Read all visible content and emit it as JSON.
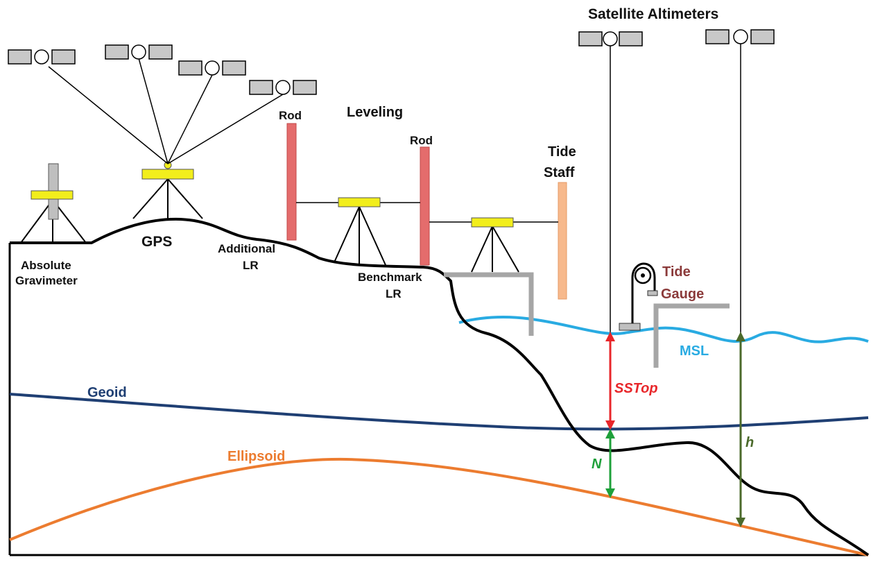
{
  "labels": {
    "satellite_altimeters": "Satellite Altimeters",
    "rod_left": "Rod",
    "leveling": "Leveling",
    "rod_right": "Rod",
    "tide_staff_1": "Tide",
    "tide_staff_2": "Staff",
    "gps": "GPS",
    "additional_lr_1": "Additional",
    "additional_lr_2": "LR",
    "absolute_gravimeter_1": "Absolute",
    "absolute_gravimeter_2": "Gravimeter",
    "benchmark_lr_1": "Benchmark",
    "benchmark_lr_2": "LR",
    "tide_gauge_1": "Tide",
    "tide_gauge_2": "Gauge",
    "msl": "MSL",
    "sstop": "SSTop",
    "geoid": "Geoid",
    "ellipsoid": "Ellipsoid",
    "n": "N",
    "h": "h"
  },
  "colors": {
    "terrain": "#000000",
    "msl": "#29abe2",
    "geoid": "#1f3f73",
    "ellipsoid": "#ec7c30",
    "sstop": "#e8262a",
    "n_arrow": "#1ea03a",
    "h_arrow": "#4b6a2b",
    "rod": "#e46c6c",
    "tide_staff": "#f7b98c",
    "instrument": "#f2ee1c",
    "structure": "#a6a6a6",
    "tide_gauge_text": "#8b3a3a"
  }
}
